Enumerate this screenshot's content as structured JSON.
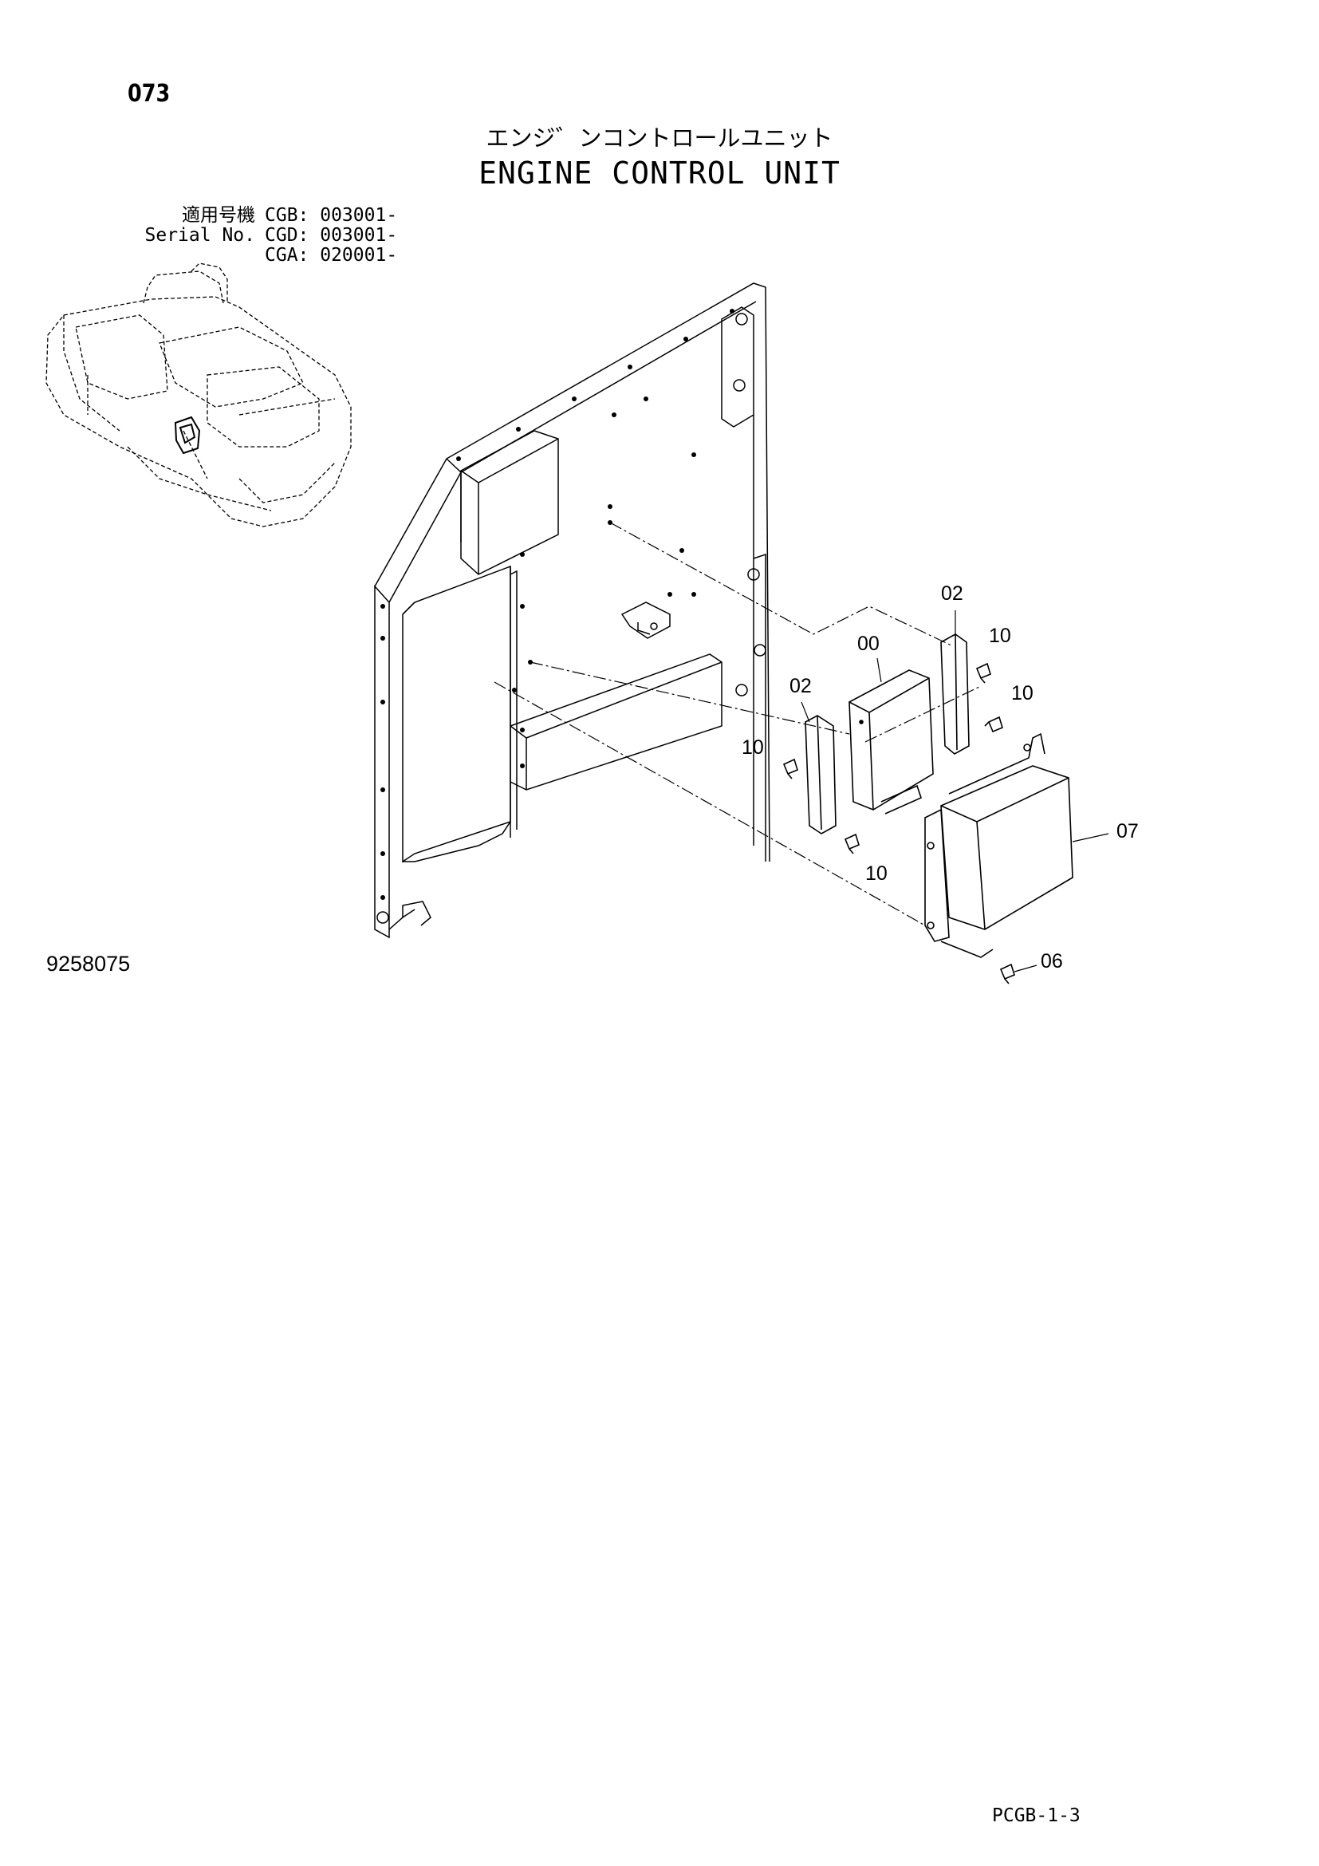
{
  "header": {
    "page_number": "073",
    "title_japanese": "エンジ゛ンコントロールユニット",
    "title_english": "ENGINE CONTROL UNIT"
  },
  "serial_info": {
    "rows": [
      {
        "label": "適用号機",
        "value": "CGB: 003001-"
      },
      {
        "label": "Serial No.",
        "value": "CGD: 003001-"
      },
      {
        "label": "",
        "value": "CGA: 020001-"
      }
    ]
  },
  "figure_number": "9258075",
  "page_reference": "PCGB-1-3",
  "parts": [
    {
      "id": "00",
      "name": "engine-control-unit"
    },
    {
      "id": "02",
      "name": "bracket-right"
    },
    {
      "id": "02",
      "name": "bracket-left"
    },
    {
      "id": "10",
      "name": "bolt-upper-right-1"
    },
    {
      "id": "10",
      "name": "bolt-upper-right-2"
    },
    {
      "id": "10",
      "name": "bolt-left-upper"
    },
    {
      "id": "10",
      "name": "bolt-left-lower"
    },
    {
      "id": "07",
      "name": "cover"
    },
    {
      "id": "06",
      "name": "cover-bolt"
    }
  ]
}
